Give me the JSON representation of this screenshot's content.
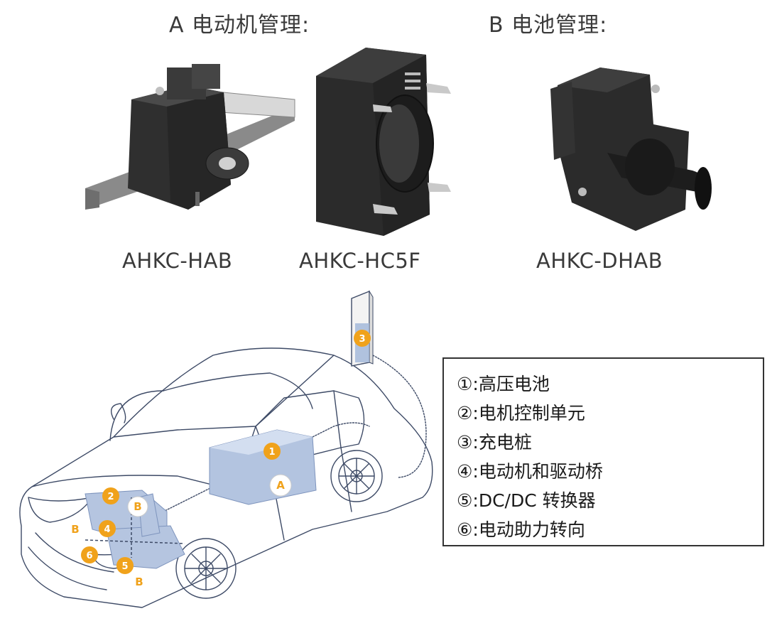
{
  "headings": {
    "motor": "A 电动机管理:",
    "battery": "B 电池管理:"
  },
  "products": [
    {
      "model": "AHKC-HAB",
      "icon": "current-sensor-hab"
    },
    {
      "model": "AHKC-HC5F",
      "icon": "current-sensor-hc5f"
    },
    {
      "model": "AHKC-DHAB",
      "icon": "current-sensor-dhab"
    }
  ],
  "scene": {
    "markers": [
      "1",
      "2",
      "3",
      "4",
      "5",
      "6"
    ],
    "labels": {
      "a": "A",
      "b": "B"
    }
  },
  "legend": {
    "items": [
      "①:高压电池",
      "②:电机控制单元",
      "③:充电桩",
      "④:电动机和驱动桥",
      "⑤:DC/DC 转换器",
      "⑥:电动助力转向"
    ]
  },
  "colors": {
    "marker": "#f0a21b",
    "sensor_body": "#2b2b2b",
    "highlight_blue": "#9fb5d8",
    "line": "#3d4a66"
  }
}
